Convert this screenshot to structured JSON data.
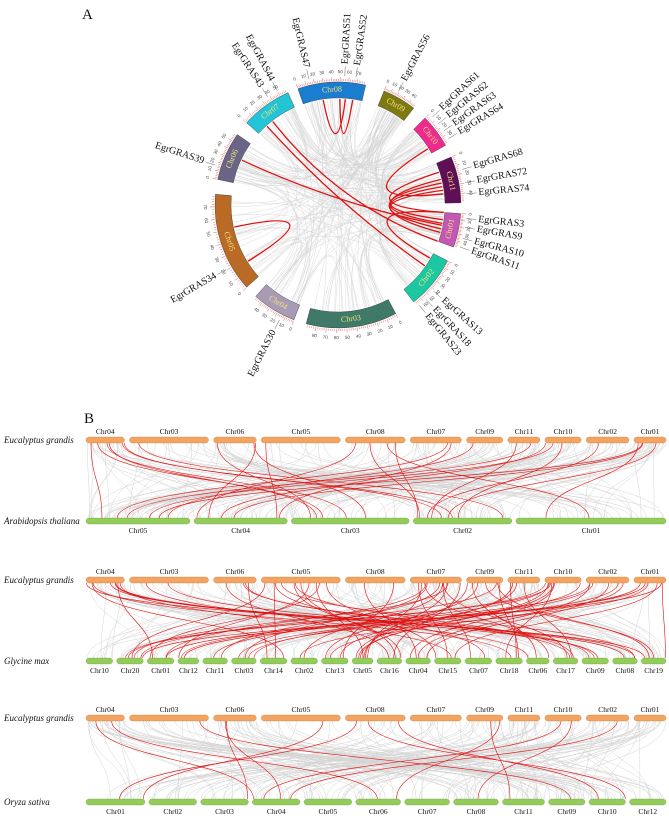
{
  "panels": {
    "A": {
      "letter": "A"
    },
    "B": {
      "letter": "B"
    }
  },
  "circos": {
    "chromosomes": [
      {
        "id": "chr01",
        "name": "Chr01",
        "color": "#c357b4"
      },
      {
        "id": "chr02",
        "name": "Chr02",
        "color": "#1bc8a2"
      },
      {
        "id": "chr03",
        "name": "Chr03",
        "color": "#3f7a68"
      },
      {
        "id": "chr04",
        "name": "Chr04",
        "color": "#a99bb3"
      },
      {
        "id": "chr05",
        "name": "Chr05",
        "color": "#b96a24"
      },
      {
        "id": "chr06",
        "name": "Chr06",
        "color": "#6a6587"
      },
      {
        "id": "chr07",
        "name": "Chr07",
        "color": "#22c4d6"
      },
      {
        "id": "chr08",
        "name": "Chr08",
        "color": "#1b7dd0"
      },
      {
        "id": "chr09",
        "name": "Chr09",
        "color": "#7f7a10"
      },
      {
        "id": "chr10",
        "name": "Chr10",
        "color": "#ee2a8f"
      },
      {
        "id": "chr11",
        "name": "Chr11",
        "color": "#5e0f56"
      }
    ],
    "ticks": {
      "chr03": [
        "0",
        "10",
        "20",
        "30",
        "40",
        "50",
        "60",
        "70",
        "80"
      ],
      "chr05": [
        "0",
        "10",
        "20",
        "30",
        "40",
        "50",
        "60",
        "70"
      ],
      "chr06": [
        "0",
        "10",
        "20",
        "30",
        "40",
        "50"
      ],
      "chr07": [
        "0",
        "10",
        "20",
        "30",
        "40",
        "50"
      ],
      "chr08": [
        "0",
        "10",
        "20",
        "30",
        "40",
        "50",
        "60",
        "70"
      ],
      "chr04": [
        "0",
        "10",
        "20",
        "30",
        "40"
      ],
      "chr02": [
        "0",
        "10",
        "20",
        "30",
        "40",
        "50",
        "60"
      ],
      "chr01": [
        "0",
        "10",
        "20",
        "30",
        "40"
      ],
      "chr11": [
        "0",
        "10",
        "20",
        "30",
        "40"
      ],
      "chr10": [
        "0",
        "10",
        "20",
        "30"
      ],
      "chr09": [
        "0",
        "10",
        "20",
        "30",
        "40"
      ]
    },
    "genes": {
      "egr47": "EgrGRAS47",
      "egr51": "EgrGRAS51",
      "egr52": "EgrGRAS52",
      "egr56": "EgrGRAS56",
      "egr44": "EgrGRAS44",
      "egr43": "EgrGRAS43",
      "egr61": "EgrGRAS61",
      "egr62": "EgrGRAS62",
      "egr63": "EgrGRAS63",
      "egr64": "EgrGRAS64",
      "egr39": "EgrGRAS39",
      "egr68": "EgrGRAS68",
      "egr72": "EgrGRAS72",
      "egr74": "EgrGRAS74",
      "egr3": "EgrGRAS3",
      "egr9": "EgrGRAS9",
      "egr10": "EgrGRAS10",
      "egr11": "EgrGRAS11",
      "egr34": "EgrGRAS34",
      "egr13": "EgrGRAS13",
      "egr18": "EgrGRAS18",
      "egr23": "EgrGRAS23",
      "egr30": "EgrGRAS30"
    }
  },
  "synteny": {
    "top_species": "Eucalyptus grandis",
    "top_chromosomes": [
      "Chr04",
      "Chr03",
      "Chr06",
      "Chr05",
      "Chr08",
      "Chr07",
      "Chr09",
      "Chr11",
      "Chr10",
      "Chr02",
      "Chr01"
    ],
    "rows": [
      {
        "species": "Arabidopsis thaliana",
        "chromosomes": [
          "Chr05",
          "Chr04",
          "Chr03",
          "Chr02",
          "Chr01"
        ]
      },
      {
        "species": "Glycine max",
        "chromosomes": [
          "Chr10",
          "Chr20",
          "Chr01",
          "Chr12",
          "Chr11",
          "Chr03",
          "Chr14",
          "Chr02",
          "Chr13",
          "Chr05",
          "Chr16",
          "Chr04",
          "Chr15",
          "Chr07",
          "Chr18",
          "Chr06",
          "Chr17",
          "Chr09",
          "Chr08",
          "Chr19"
        ]
      },
      {
        "species": "Oryza sativa",
        "chromosomes": [
          "Chr01",
          "Chr02",
          "Chr03",
          "Chr04",
          "Chr05",
          "Chr06",
          "Chr07",
          "Chr08",
          "Chr11",
          "Chr09",
          "Chr10",
          "Chr12"
        ]
      }
    ],
    "colors": {
      "top": "#f4a460",
      "bottom": "#93cc5a",
      "link": "#e01010",
      "background_link": "#d5d5d5"
    }
  }
}
